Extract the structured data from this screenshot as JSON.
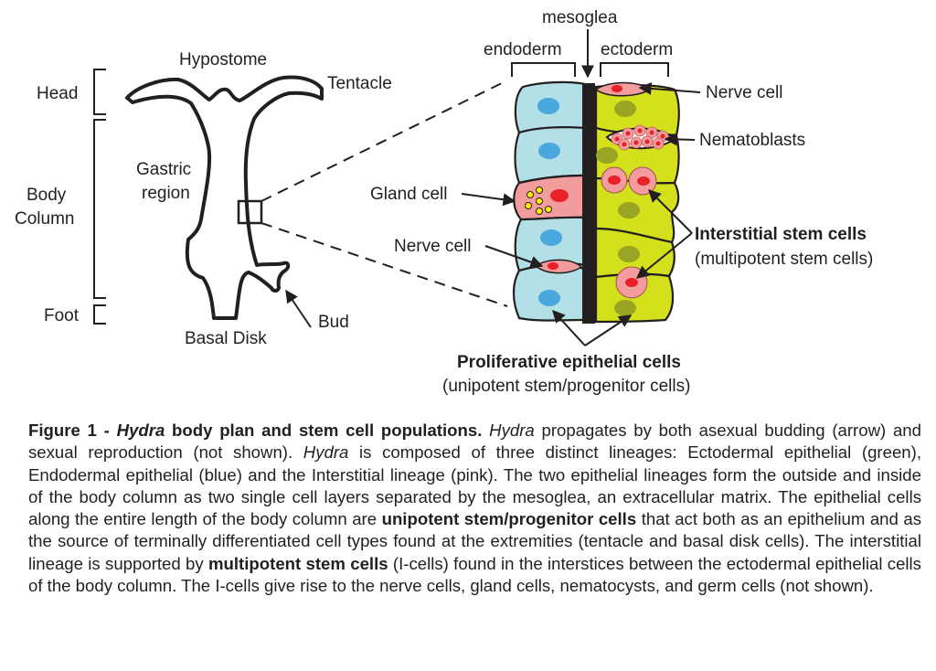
{
  "figure": {
    "body_plan_labels": {
      "hypostome": "Hypostome",
      "tentacle": "Tentacle",
      "head": "Head",
      "gastric_region_line1": "Gastric",
      "gastric_region_line2": "region",
      "body_column_line1": "Body",
      "body_column_line2": "Column",
      "foot": "Foot",
      "basal_disk": "Basal Disk",
      "bud": "Bud"
    },
    "cell_diagram_labels": {
      "mesoglea": "mesoglea",
      "endoderm": "endoderm",
      "ectoderm": "ectoderm",
      "nerve_cell_top": "Nerve cell",
      "nematoblasts": "Nematoblasts",
      "gland_cell": "Gland cell",
      "nerve_cell_left": "Nerve cell",
      "interstitial_title": "Interstitial stem cells",
      "interstitial_subtitle": "(multipotent stem cells)",
      "proliferative_title": "Proliferative epithelial cells",
      "proliferative_subtitle": "(unipotent stem/progenitor cells)"
    },
    "colors": {
      "endoderm": "#b3dfe6",
      "endoderm_nucleus": "#4aa8dd",
      "ectoderm": "#d4e01c",
      "ectoderm_nucleus": "#9ba524",
      "interstitial": "#f29c9e",
      "interstitial_nucleus": "#e8202a",
      "gland_granule": "#fff200",
      "mesoglea": "#231f20"
    }
  },
  "caption": {
    "figure_number": "Figure 1 - ",
    "species": "Hydra",
    "title_rest": " body plan and stem cell populations.",
    "p1_species": "Hydra",
    "p1_text": " propagates by both asexual budding (arrow) and sexual reproduction (not shown). ",
    "p2_species": "Hydra",
    "p2_text": " is composed of three distinct lineages: Ectodermal epithelial (green), Endodermal epithelial (blue) and the Interstitial lineage (pink). The two epithelial lineages form the outside and inside of the body column as two single cell layers separated by the mesoglea, an extracellular matrix. The epithelial cells along the entire length of the body column are ",
    "bold_unipotent": "unipotent stem/progenitor cells",
    "p3_text": " that act both as an epithelium and as the source of terminally differentiated cell types found at the extremities (tentacle and basal disk cells). The interstitial lineage is supported by ",
    "bold_multipotent": "multipotent stem cells",
    "p4_text": " (I-cells) found in the interstices between the ectodermal epithelial cells of the body column. The I-cells give rise to the nerve cells, gland cells, nematocysts, and germ cells (not shown)."
  }
}
